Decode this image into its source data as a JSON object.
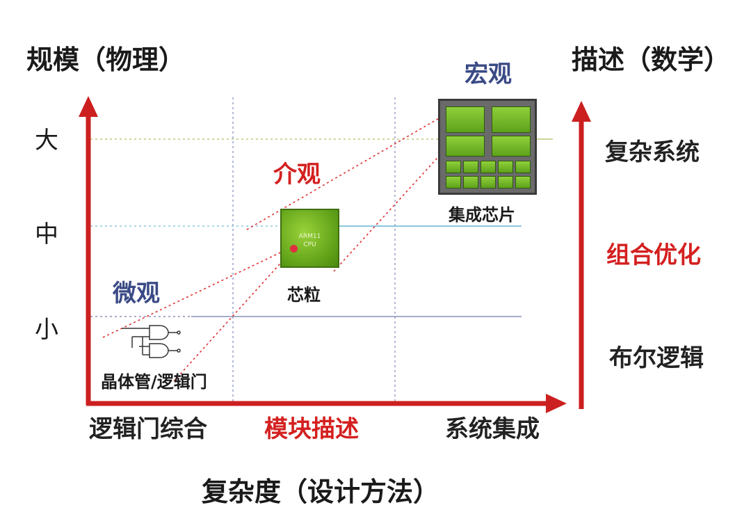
{
  "titles": {
    "left_axis": "规模（物理）",
    "right_axis": "描述（数学）",
    "bottom_axis": "复杂度（设计方法）"
  },
  "size_levels": [
    "大",
    "中",
    "小"
  ],
  "design_methods": [
    "逻辑门综合",
    "模块描述",
    "系统集成"
  ],
  "descriptions": [
    "复杂系统",
    "组合优化",
    "布尔逻辑"
  ],
  "scales": {
    "micro": "微观",
    "meso": "介观",
    "macro": "宏观"
  },
  "components": {
    "gate": "晶体管/逻辑门",
    "chiplet": "芯粒",
    "ic": "集成芯片",
    "chiplet_text_1": "ARM11",
    "chiplet_text_2": "CPU"
  },
  "colors": {
    "axis_red": "#cc1f1f",
    "highlight_red": "#d42020",
    "scale_navy": "#3a4a85",
    "chip_green": "#6fb520"
  }
}
